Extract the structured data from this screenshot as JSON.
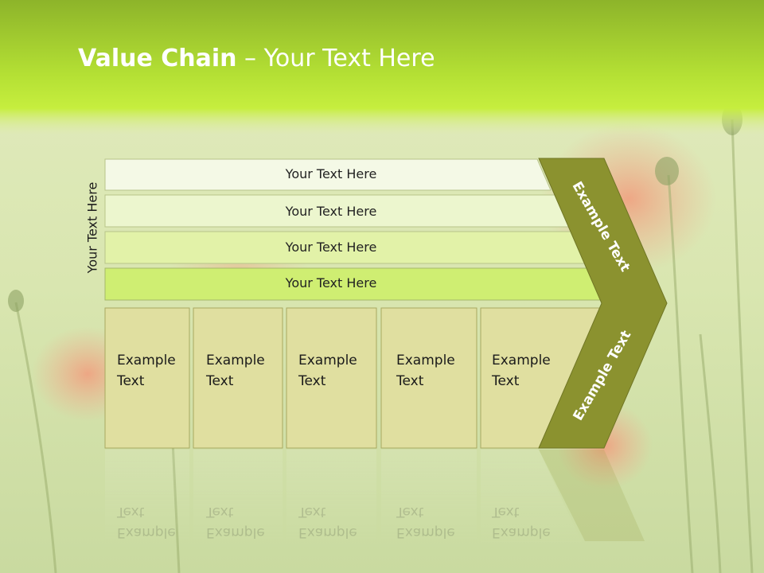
{
  "title": {
    "bold": "Value Chain",
    "rest": " – Your Text Here"
  },
  "side_label": "Your Text Here",
  "bars": [
    {
      "label": "Your Text Here",
      "color": "#f4f9e6"
    },
    {
      "label": "Your Text Here",
      "color": "#ecf6ce"
    },
    {
      "label": "Your Text Here",
      "color": "#e2f2a8"
    },
    {
      "label": "Your Text Here",
      "color": "#cfee72"
    }
  ],
  "boxes": [
    {
      "line1": "Example",
      "line2": "Text"
    },
    {
      "line1": "Example",
      "line2": "Text"
    },
    {
      "line1": "Example",
      "line2": "Text"
    },
    {
      "line1": "Example",
      "line2": "Text"
    },
    {
      "line1": "Example",
      "line2": "Text"
    }
  ],
  "chevron": {
    "upper_label": "Example Text",
    "lower_label": "Example Text",
    "color": "#8b922f"
  },
  "colors": {
    "header_top": "#8fba2a",
    "header_mid": "#c4ee40",
    "box_fill": "#e0dfa0",
    "box_border": "#a9a860"
  }
}
